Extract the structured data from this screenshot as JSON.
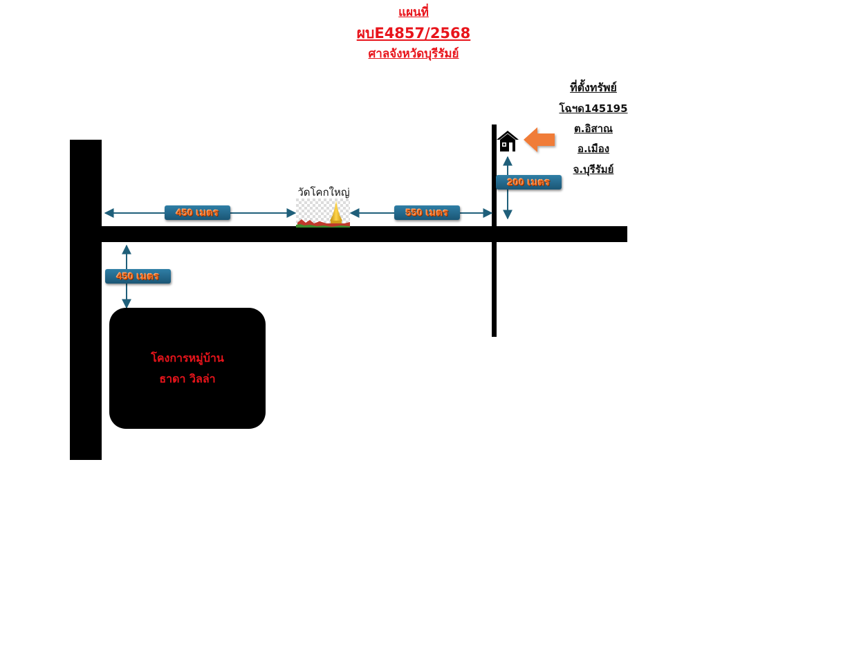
{
  "header": {
    "title_line1": "แผนที่",
    "title_line2": "ผบE4857/2568",
    "title_line3": "ศาลจังหวัดบุรีรัมย์"
  },
  "property_location": {
    "heading": "ที่ตั้งทรัพย์",
    "lines": [
      "โฉฯด145195",
      "ต.อิสาณ",
      "อ.เมือง",
      "จ.บุรีรัมย์"
    ]
  },
  "distance_labels": {
    "left_road_segment": "450 เมตร",
    "right_road_segment": "550 เมตร",
    "to_property": "200 เมตร",
    "to_village": "450 เมตร"
  },
  "landmarks": {
    "temple_name": "วัดโคกใหญ่",
    "village_line1": "โคงการหมู่บ้าน",
    "village_line2": "ธาดา วิลล่า"
  },
  "icons": {
    "property": "house-icon",
    "pointer": "arrow-left-icon",
    "temple": "temple-pagoda-icon"
  },
  "colors": {
    "title_red": "#e8141b",
    "road": "#000000",
    "label_blue": "#1f6184",
    "label_orange": "#f26d21",
    "dimension_arrow": "#1f5f7a",
    "pointer_orange": "#f07b39"
  }
}
